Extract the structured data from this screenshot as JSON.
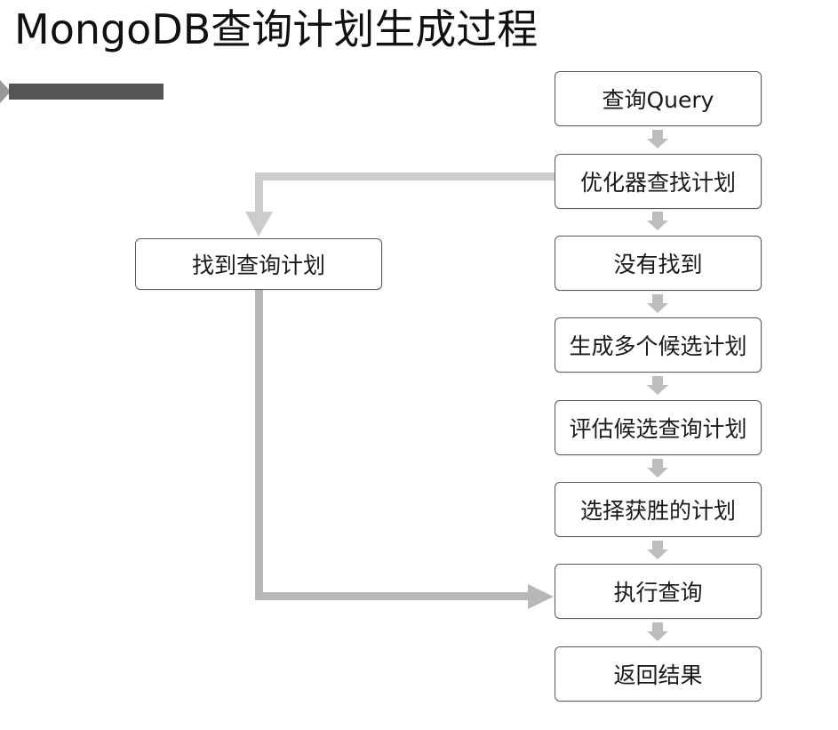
{
  "title": "MongoDB查询计划生成过程",
  "nodes": {
    "query": "查询Query",
    "optimizer_find": "优化器查找计划",
    "not_found": "没有找到",
    "generate_candidates": "生成多个候选计划",
    "evaluate_candidates": "评估候选查询计划",
    "select_winner": "选择获胜的计划",
    "execute": "执行查询",
    "return_result": "返回结果",
    "found_plan": "找到查询计划"
  },
  "colors": {
    "arrow_light": "#c8c8c8",
    "arrow_mid": "#b5b5b5",
    "node_border": "#5a5a5a",
    "title_bar": "#555555"
  }
}
